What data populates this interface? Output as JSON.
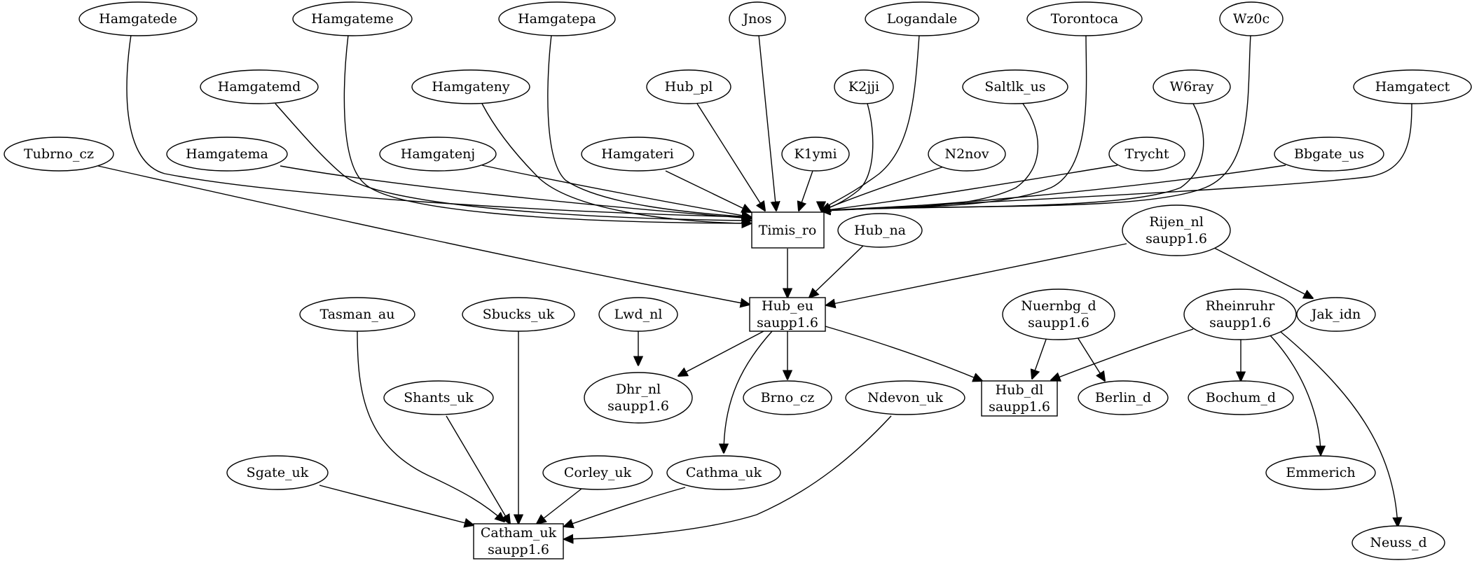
{
  "graph": {
    "nodes": [
      {
        "id": "hamgatede",
        "lines": [
          "Hamgatede"
        ],
        "shape": "ellipse"
      },
      {
        "id": "hamgateme",
        "lines": [
          "Hamgateme"
        ],
        "shape": "ellipse"
      },
      {
        "id": "hamgatepa",
        "lines": [
          "Hamgatepa"
        ],
        "shape": "ellipse"
      },
      {
        "id": "jnos",
        "lines": [
          "Jnos"
        ],
        "shape": "ellipse"
      },
      {
        "id": "logandale",
        "lines": [
          "Logandale"
        ],
        "shape": "ellipse"
      },
      {
        "id": "torontoca",
        "lines": [
          "Torontoca"
        ],
        "shape": "ellipse"
      },
      {
        "id": "wz0c",
        "lines": [
          "Wz0c"
        ],
        "shape": "ellipse"
      },
      {
        "id": "hamgatemd",
        "lines": [
          "Hamgatemd"
        ],
        "shape": "ellipse"
      },
      {
        "id": "hamgateny",
        "lines": [
          "Hamgateny"
        ],
        "shape": "ellipse"
      },
      {
        "id": "hub_pl",
        "lines": [
          "Hub_pl"
        ],
        "shape": "ellipse"
      },
      {
        "id": "k2jji",
        "lines": [
          "K2jji"
        ],
        "shape": "ellipse"
      },
      {
        "id": "saltlk_us",
        "lines": [
          "Saltlk_us"
        ],
        "shape": "ellipse"
      },
      {
        "id": "w6ray",
        "lines": [
          "W6ray"
        ],
        "shape": "ellipse"
      },
      {
        "id": "hamgatect",
        "lines": [
          "Hamgatect"
        ],
        "shape": "ellipse"
      },
      {
        "id": "tubrno_cz",
        "lines": [
          "Tubrno_cz"
        ],
        "shape": "ellipse"
      },
      {
        "id": "hamgatema",
        "lines": [
          "Hamgatema"
        ],
        "shape": "ellipse"
      },
      {
        "id": "hamgatenj",
        "lines": [
          "Hamgatenj"
        ],
        "shape": "ellipse"
      },
      {
        "id": "hamgateri",
        "lines": [
          "Hamgateri"
        ],
        "shape": "ellipse"
      },
      {
        "id": "k1ymi",
        "lines": [
          "K1ymi"
        ],
        "shape": "ellipse"
      },
      {
        "id": "n2nov",
        "lines": [
          "N2nov"
        ],
        "shape": "ellipse"
      },
      {
        "id": "trycht",
        "lines": [
          "Trycht"
        ],
        "shape": "ellipse"
      },
      {
        "id": "bbgate_us",
        "lines": [
          "Bbgate_us"
        ],
        "shape": "ellipse"
      },
      {
        "id": "timis_ro",
        "lines": [
          "Timis_ro"
        ],
        "shape": "box"
      },
      {
        "id": "hub_na",
        "lines": [
          "Hub_na"
        ],
        "shape": "ellipse"
      },
      {
        "id": "rijen_nl",
        "lines": [
          "Rijen_nl",
          "saupp1.6"
        ],
        "shape": "ellipse"
      },
      {
        "id": "hub_eu",
        "lines": [
          "Hub_eu",
          "saupp1.6"
        ],
        "shape": "box"
      },
      {
        "id": "tasman_au",
        "lines": [
          "Tasman_au"
        ],
        "shape": "ellipse"
      },
      {
        "id": "sbucks_uk",
        "lines": [
          "Sbucks_uk"
        ],
        "shape": "ellipse"
      },
      {
        "id": "lwd_nl",
        "lines": [
          "Lwd_nl"
        ],
        "shape": "ellipse"
      },
      {
        "id": "nuernbg_d",
        "lines": [
          "Nuernbg_d",
          "saupp1.6"
        ],
        "shape": "ellipse"
      },
      {
        "id": "rheinruhr",
        "lines": [
          "Rheinruhr",
          "saupp1.6"
        ],
        "shape": "ellipse"
      },
      {
        "id": "jak_idn",
        "lines": [
          "Jak_idn"
        ],
        "shape": "ellipse"
      },
      {
        "id": "shants_uk",
        "lines": [
          "Shants_uk"
        ],
        "shape": "ellipse"
      },
      {
        "id": "dhr_nl",
        "lines": [
          "Dhr_nl",
          "saupp1.6"
        ],
        "shape": "ellipse"
      },
      {
        "id": "brno_cz",
        "lines": [
          "Brno_cz"
        ],
        "shape": "ellipse"
      },
      {
        "id": "ndevon_uk",
        "lines": [
          "Ndevon_uk"
        ],
        "shape": "ellipse"
      },
      {
        "id": "hub_dl",
        "lines": [
          "Hub_dl",
          "saupp1.6"
        ],
        "shape": "box"
      },
      {
        "id": "berlin_d",
        "lines": [
          "Berlin_d"
        ],
        "shape": "ellipse"
      },
      {
        "id": "bochum_d",
        "lines": [
          "Bochum_d"
        ],
        "shape": "ellipse"
      },
      {
        "id": "sgate_uk",
        "lines": [
          "Sgate_uk"
        ],
        "shape": "ellipse"
      },
      {
        "id": "corley_uk",
        "lines": [
          "Corley_uk"
        ],
        "shape": "ellipse"
      },
      {
        "id": "cathma_uk",
        "lines": [
          "Cathma_uk"
        ],
        "shape": "ellipse"
      },
      {
        "id": "emmerich",
        "lines": [
          "Emmerich"
        ],
        "shape": "ellipse"
      },
      {
        "id": "catham_uk",
        "lines": [
          "Catham_uk",
          "saupp1.6"
        ],
        "shape": "box"
      },
      {
        "id": "neuss_d",
        "lines": [
          "Neuss_d"
        ],
        "shape": "ellipse"
      }
    ],
    "edges": [
      {
        "from": "hamgatede",
        "to": "timis_ro"
      },
      {
        "from": "hamgateme",
        "to": "timis_ro"
      },
      {
        "from": "hamgatepa",
        "to": "timis_ro"
      },
      {
        "from": "jnos",
        "to": "timis_ro"
      },
      {
        "from": "logandale",
        "to": "timis_ro"
      },
      {
        "from": "torontoca",
        "to": "timis_ro"
      },
      {
        "from": "wz0c",
        "to": "timis_ro"
      },
      {
        "from": "hamgatemd",
        "to": "timis_ro"
      },
      {
        "from": "hamgateny",
        "to": "timis_ro"
      },
      {
        "from": "hub_pl",
        "to": "timis_ro"
      },
      {
        "from": "k2jji",
        "to": "timis_ro"
      },
      {
        "from": "saltlk_us",
        "to": "timis_ro"
      },
      {
        "from": "w6ray",
        "to": "timis_ro"
      },
      {
        "from": "hamgatect",
        "to": "timis_ro"
      },
      {
        "from": "hamgatema",
        "to": "timis_ro"
      },
      {
        "from": "hamgatenj",
        "to": "timis_ro"
      },
      {
        "from": "hamgateri",
        "to": "timis_ro"
      },
      {
        "from": "k1ymi",
        "to": "timis_ro"
      },
      {
        "from": "n2nov",
        "to": "timis_ro"
      },
      {
        "from": "trycht",
        "to": "timis_ro"
      },
      {
        "from": "bbgate_us",
        "to": "timis_ro"
      },
      {
        "from": "tubrno_cz",
        "to": "hub_eu"
      },
      {
        "from": "timis_ro",
        "to": "hub_eu"
      },
      {
        "from": "hub_na",
        "to": "hub_eu"
      },
      {
        "from": "rijen_nl",
        "to": "hub_eu"
      },
      {
        "from": "rijen_nl",
        "to": "jak_idn"
      },
      {
        "from": "lwd_nl",
        "to": "dhr_nl"
      },
      {
        "from": "hub_eu",
        "to": "dhr_nl"
      },
      {
        "from": "hub_eu",
        "to": "brno_cz"
      },
      {
        "from": "hub_eu",
        "to": "hub_dl"
      },
      {
        "from": "hub_eu",
        "to": "cathma_uk"
      },
      {
        "from": "nuernbg_d",
        "to": "hub_dl"
      },
      {
        "from": "nuernbg_d",
        "to": "berlin_d"
      },
      {
        "from": "rheinruhr",
        "to": "hub_dl"
      },
      {
        "from": "rheinruhr",
        "to": "bochum_d"
      },
      {
        "from": "rheinruhr",
        "to": "emmerich"
      },
      {
        "from": "rheinruhr",
        "to": "neuss_d"
      },
      {
        "from": "tasman_au",
        "to": "catham_uk"
      },
      {
        "from": "sbucks_uk",
        "to": "catham_uk"
      },
      {
        "from": "shants_uk",
        "to": "catham_uk"
      },
      {
        "from": "sgate_uk",
        "to": "catham_uk"
      },
      {
        "from": "corley_uk",
        "to": "catham_uk"
      },
      {
        "from": "cathma_uk",
        "to": "catham_uk"
      },
      {
        "from": "ndevon_uk",
        "to": "catham_uk"
      }
    ]
  }
}
